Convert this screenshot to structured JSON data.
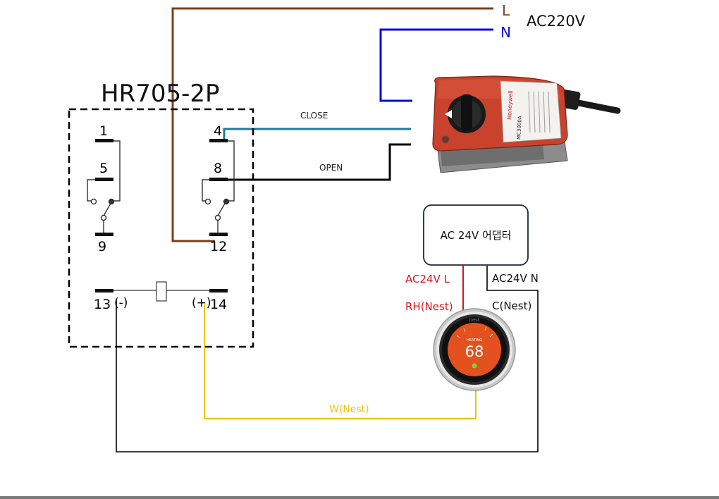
{
  "relay": {
    "title": "HR705-2P",
    "pins": {
      "p1": "1",
      "p5": "5",
      "p9": "9",
      "p4": "4",
      "p8": "8",
      "p12": "12",
      "p13": "13",
      "p14": "14"
    },
    "coil_minus": "(-)",
    "coil_plus": "(+)"
  },
  "mains": {
    "line_label": "L",
    "neutral_label": "N",
    "voltage_label": "AC220V"
  },
  "actuator": {
    "brand": "Honeywell",
    "model": "MC3000A",
    "close_label": "CLOSE",
    "open_label": "OPEN"
  },
  "adapter": {
    "label": "AC 24V 어댑터",
    "line_out_label": "AC24V L",
    "neutral_out_label": "AC24V N"
  },
  "thermostat": {
    "brand": "nest",
    "mode": "HEATING",
    "temperature": "68",
    "rh_label": "RH(Nest)",
    "c_label": "C(Nest)",
    "w_label": "W(Nest)"
  },
  "colors": {
    "brown_wire": "#7b3f1c",
    "blue_wire": "#0b0bd6",
    "teal_wire": "#1a7c9c",
    "black_wire": "#000000",
    "red_wire": "#d9141e",
    "yellow_wire": "#f2c200",
    "actuator_body": "#c8422c",
    "nest_face": "#e2511e"
  }
}
